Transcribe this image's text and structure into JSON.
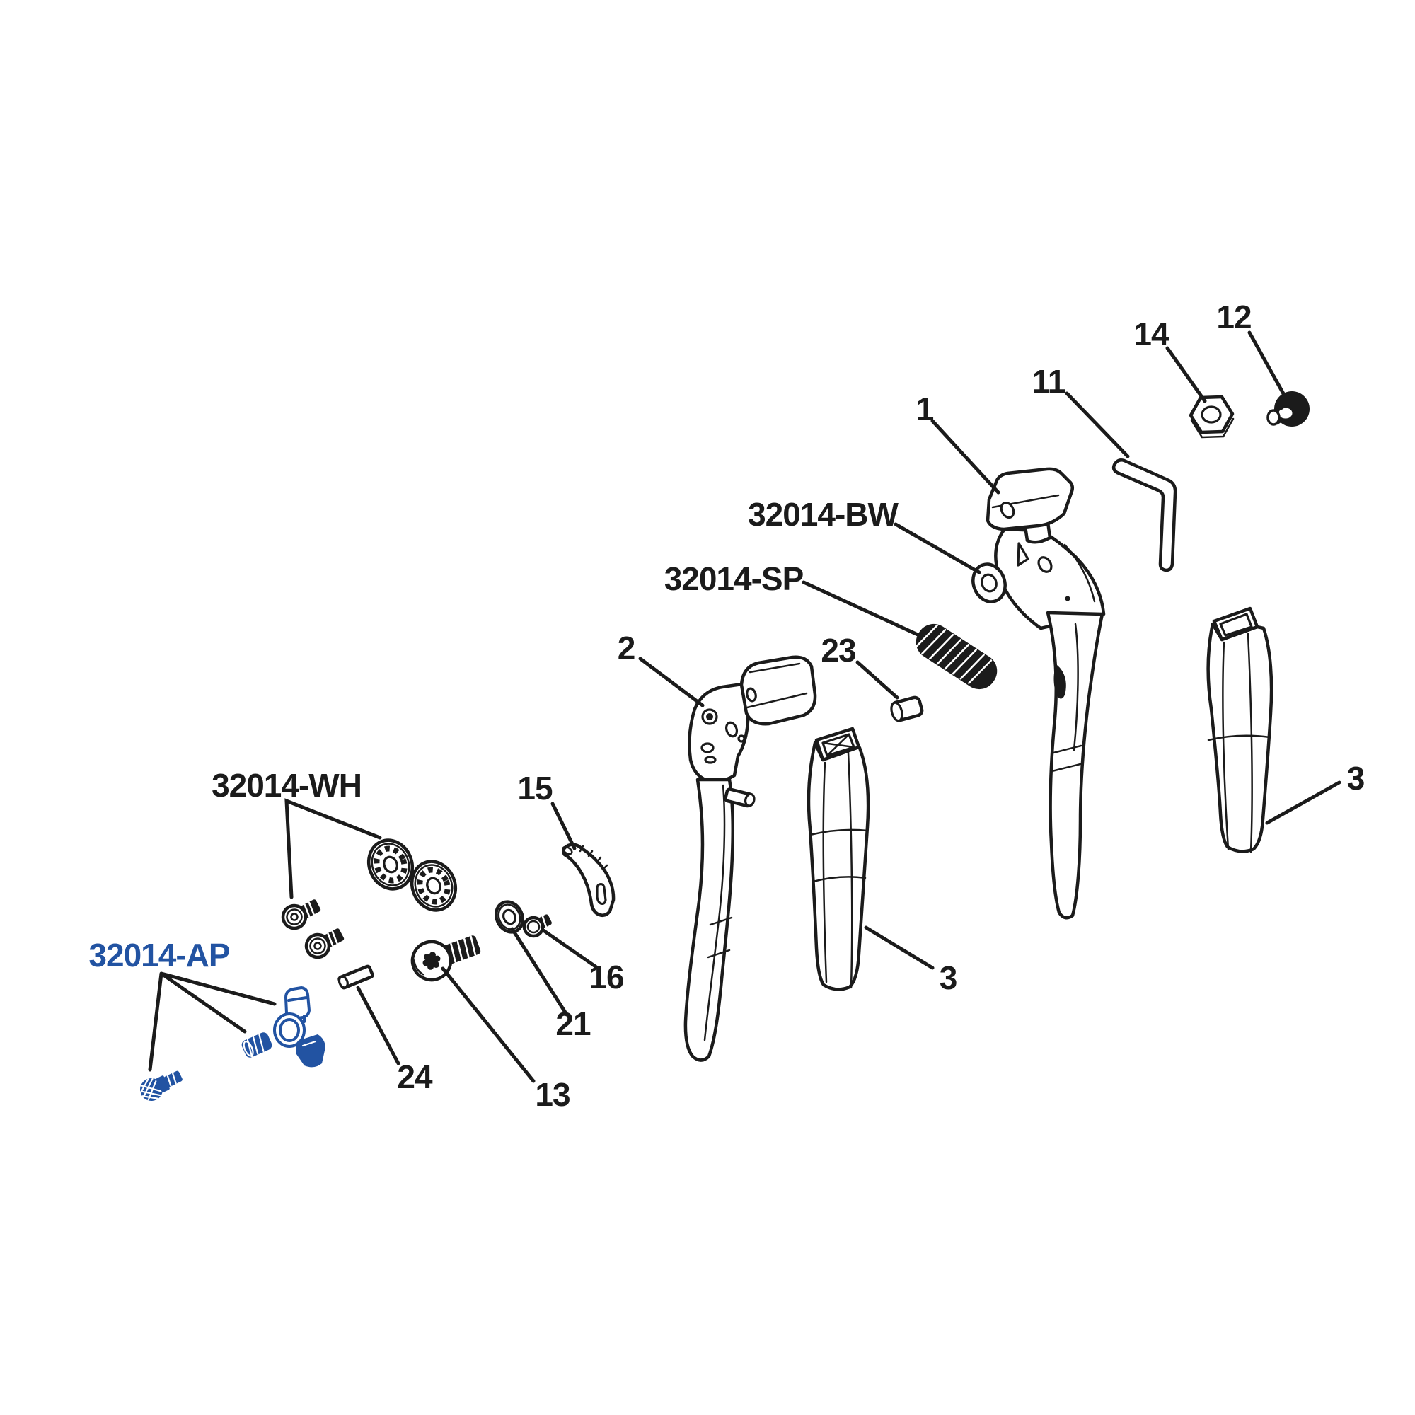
{
  "diagram": {
    "colors": {
      "background": "#ffffff",
      "ink": "#1b1b1b",
      "accent_blue": "#2253a2"
    },
    "callouts": {
      "n1": "1",
      "n2": "2",
      "n3_right": "3",
      "n3_middle": "3",
      "n11": "11",
      "n12": "12",
      "n13": "13",
      "n14": "14",
      "n15": "15",
      "n16": "16",
      "n21": "21",
      "n23": "23",
      "n24": "24",
      "bw": "32014-BW",
      "sp": "32014-SP",
      "wh": "32014-WH",
      "ap": "32014-AP"
    }
  }
}
